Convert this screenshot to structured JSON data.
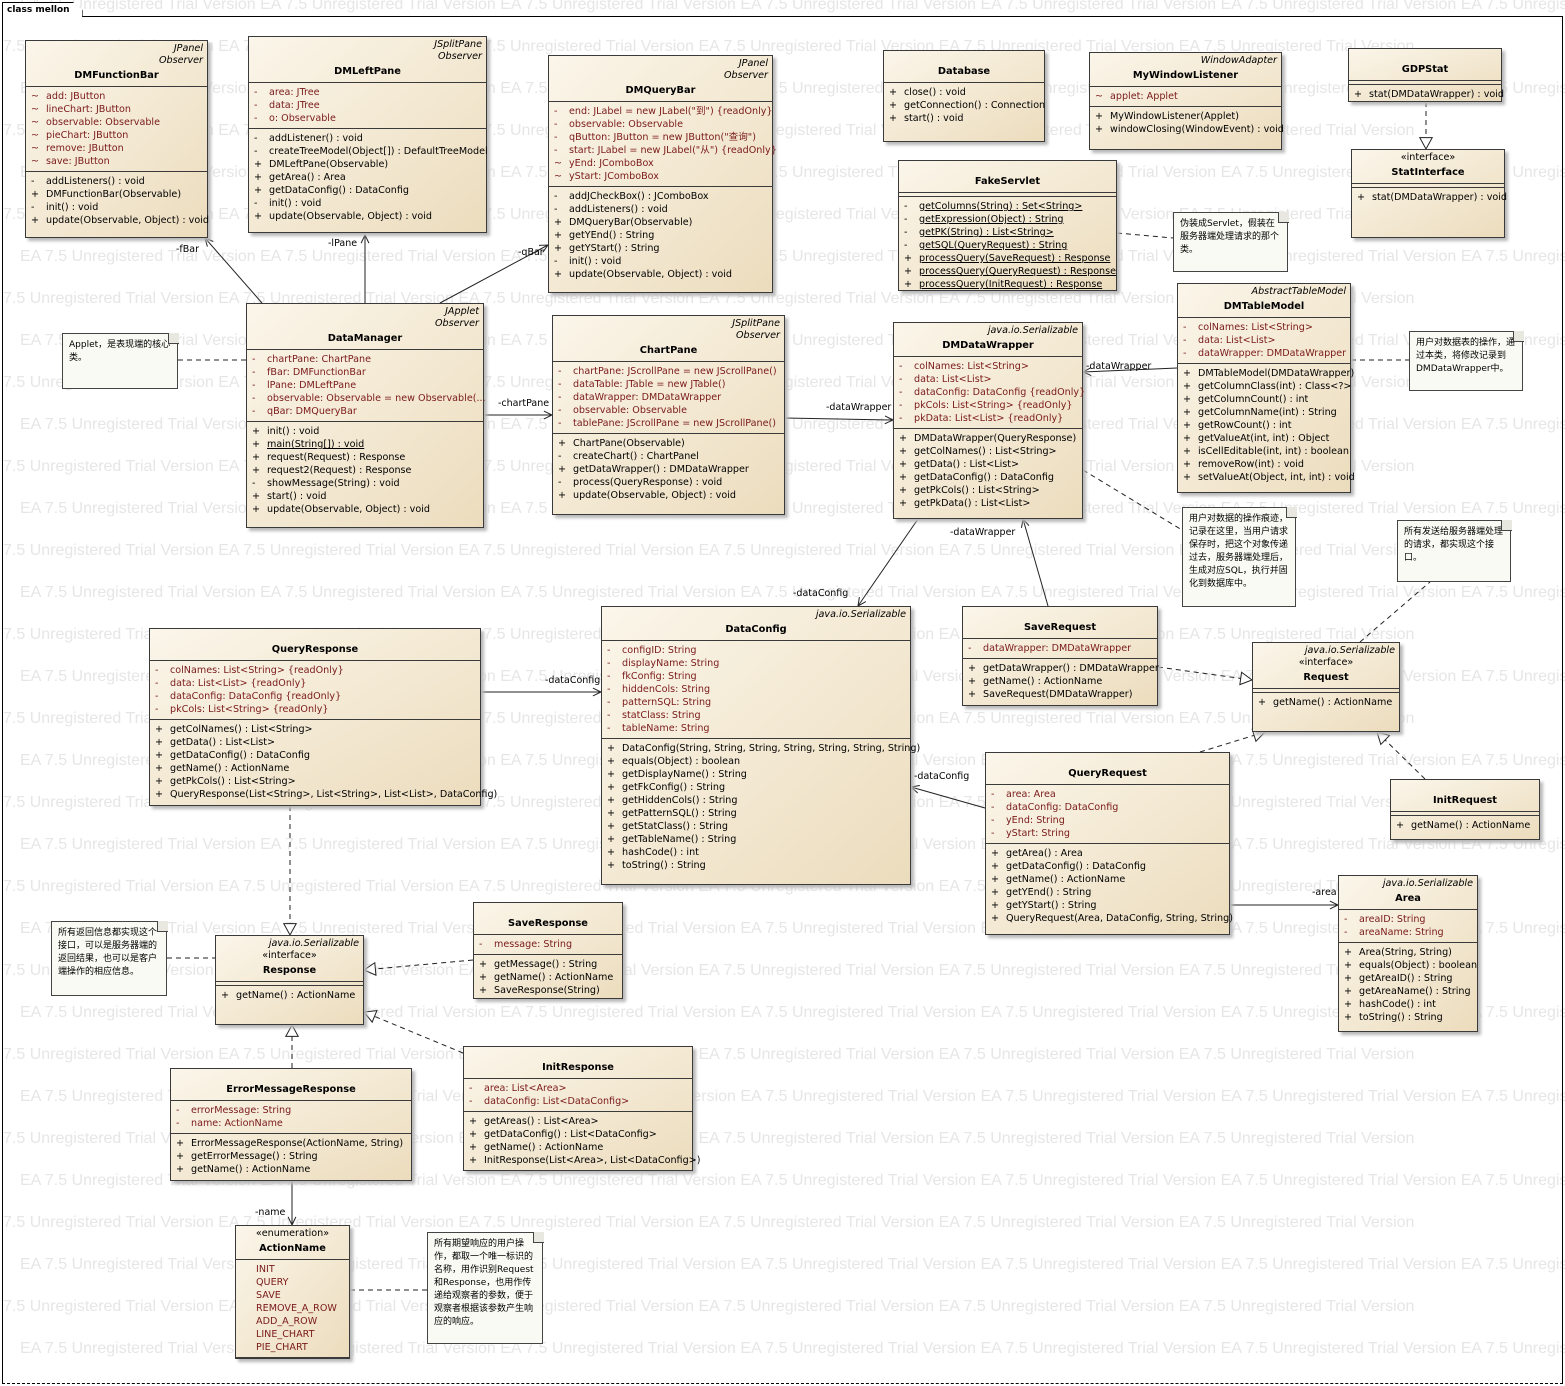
{
  "diagram": {
    "frame_title": "class mellon",
    "watermark": "EA 7.5 Unregistered Trial Version",
    "classes": [
      {
        "id": "DMFunctionBar",
        "stereotypes": [
          "JPanel",
          "Observer"
        ],
        "name": "DMFunctionBar",
        "attributes": [
          [
            "~",
            "add:  JButton"
          ],
          [
            "~",
            "lineChart:  JButton"
          ],
          [
            "~",
            "observable:  Observable"
          ],
          [
            "~",
            "pieChart:  JButton"
          ],
          [
            "~",
            "remove:  JButton"
          ],
          [
            "~",
            "save:  JButton"
          ]
        ],
        "operations": [
          [
            "-",
            "addListeners() : void"
          ],
          [
            "+",
            "DMFunctionBar(Observable)"
          ],
          [
            "-",
            "init() : void"
          ],
          [
            "+",
            "update(Observable, Object) : void"
          ]
        ]
      },
      {
        "id": "DMLeftPane",
        "stereotypes": [
          "JSplitPane",
          "Observer"
        ],
        "name": "DMLeftPane",
        "attributes": [
          [
            "-",
            "area:  JTree"
          ],
          [
            "-",
            "data:  JTree"
          ],
          [
            "-",
            "o:  Observable"
          ]
        ],
        "operations": [
          [
            "-",
            "addListener() : void"
          ],
          [
            "-",
            "createTreeModel(Object[]) : DefaultTreeModel"
          ],
          [
            "+",
            "DMLeftPane(Observable)"
          ],
          [
            "+",
            "getArea() : Area"
          ],
          [
            "+",
            "getDataConfig() : DataConfig"
          ],
          [
            "-",
            "init() : void"
          ],
          [
            "+",
            "update(Observable, Object) : void"
          ]
        ]
      },
      {
        "id": "DMQueryBar",
        "stereotypes": [
          "JPanel",
          "Observer"
        ],
        "name": "DMQueryBar",
        "attributes": [
          [
            "-",
            "end:  JLabel = new JLabel(\"到\") {readOnly}"
          ],
          [
            "-",
            "observable:  Observable"
          ],
          [
            "-",
            "qButton:  JButton = new JButton(\"查询\")"
          ],
          [
            "-",
            "start:  JLabel = new JLabel(\"从\") {readOnly}"
          ],
          [
            "~",
            "yEnd:  JComboBox"
          ],
          [
            "~",
            "yStart:  JComboBox"
          ]
        ],
        "operations": [
          [
            "-",
            "addJCheckBox() : JComboBox"
          ],
          [
            "-",
            "addListeners() : void"
          ],
          [
            "+",
            "DMQueryBar(Observable)"
          ],
          [
            "+",
            "getYEnd() : String"
          ],
          [
            "+",
            "getYStart() : String"
          ],
          [
            "-",
            "init() : void"
          ],
          [
            "+",
            "update(Observable, Object) : void"
          ]
        ]
      },
      {
        "id": "Database",
        "stereotypes": [],
        "name": "Database",
        "attributes": [],
        "operations": [
          [
            "+",
            "close() : void"
          ],
          [
            "+",
            "getConnection() : Connection"
          ],
          [
            "+",
            "start() : void"
          ]
        ]
      },
      {
        "id": "MyWindowListener",
        "stereotypes": [
          "WindowAdapter"
        ],
        "name": "MyWindowListener",
        "attributes": [
          [
            "~",
            "applet:  Applet"
          ]
        ],
        "operations": [
          [
            "+",
            "MyWindowListener(Applet)"
          ],
          [
            "+",
            "windowClosing(WindowEvent) : void"
          ]
        ]
      },
      {
        "id": "GDPStat",
        "stereotypes": [],
        "name": "GDPStat",
        "attributes": null,
        "operations": [
          [
            "+",
            "stat(DMDataWrapper) : void"
          ]
        ]
      },
      {
        "id": "StatInterface",
        "stereotypes_center": [
          "«interface»"
        ],
        "name": "StatInterface",
        "attributes": null,
        "operations": [
          [
            "+",
            "stat(DMDataWrapper) : void"
          ]
        ]
      },
      {
        "id": "FakeServlet",
        "stereotypes": [],
        "name": "FakeServlet",
        "attributes": null,
        "underline_ops": true,
        "operations": [
          [
            "-",
            "getColumns(String) : Set<String>"
          ],
          [
            "-",
            "getExpression(Object) : String"
          ],
          [
            "-",
            "getPK(String) : List<String>"
          ],
          [
            "-",
            "getSQL(QueryRequest) : String"
          ],
          [
            "+",
            "processQuery(SaveRequest) : Response"
          ],
          [
            "+",
            "processQuery(QueryRequest) : Response"
          ],
          [
            "+",
            "processQuery(InitRequest) : Response"
          ]
        ]
      },
      {
        "id": "DMTableModel",
        "stereotypes": [
          "AbstractTableModel"
        ],
        "name": "DMTableModel",
        "attributes": [
          [
            "-",
            "colNames:  List<String>"
          ],
          [
            "-",
            "data:  List<List>"
          ],
          [
            "-",
            "dataWrapper:  DMDataWrapper"
          ]
        ],
        "operations": [
          [
            "+",
            "DMTableModel(DMDataWrapper)"
          ],
          [
            "+",
            "getColumnClass(int) : Class<?>"
          ],
          [
            "+",
            "getColumnCount() : int"
          ],
          [
            "+",
            "getColumnName(int) : String"
          ],
          [
            "+",
            "getRowCount() : int"
          ],
          [
            "+",
            "getValueAt(int, int) : Object"
          ],
          [
            "+",
            "isCellEditable(int, int) : boolean"
          ],
          [
            "+",
            "removeRow(int) : void"
          ],
          [
            "+",
            "setValueAt(Object, int, int) : void"
          ]
        ]
      },
      {
        "id": "DataManager",
        "stereotypes": [
          "JApplet",
          "Observer"
        ],
        "name": "DataManager",
        "attributes": [
          [
            "-",
            "chartPane:  ChartPane"
          ],
          [
            "-",
            "fBar:  DMFunctionBar"
          ],
          [
            "-",
            "lPane:  DMLeftPane"
          ],
          [
            "-",
            "observable:  Observable = new Observable(..."
          ],
          [
            "-",
            "qBar:  DMQueryBar"
          ]
        ],
        "operations": [
          [
            "+",
            "init() : void"
          ],
          [
            "+",
            "main(String[]) : void"
          ],
          [
            "+",
            "request(Request) : Response"
          ],
          [
            "+",
            "request2(Request) : Response"
          ],
          [
            "-",
            "showMessage(String) : void"
          ],
          [
            "+",
            "start() : void"
          ],
          [
            "+",
            "update(Observable, Object) : void"
          ]
        ],
        "underline_op_index": 1
      },
      {
        "id": "ChartPane",
        "stereotypes": [
          "JSplitPane",
          "Observer"
        ],
        "name": "ChartPane",
        "attributes": [
          [
            "-",
            "chartPane:  JScrollPane = new JScrollPane()"
          ],
          [
            "-",
            "dataTable:  JTable = new JTable()"
          ],
          [
            "-",
            "dataWrapper:  DMDataWrapper"
          ],
          [
            "-",
            "observable:  Observable"
          ],
          [
            "-",
            "tablePane:  JScrollPane = new JScrollPane()"
          ]
        ],
        "operations": [
          [
            "+",
            "ChartPane(Observable)"
          ],
          [
            "-",
            "createChart() : ChartPanel"
          ],
          [
            "+",
            "getDataWrapper() : DMDataWrapper"
          ],
          [
            "-",
            "process(QueryResponse) : void"
          ],
          [
            "+",
            "update(Observable, Object) : void"
          ]
        ]
      },
      {
        "id": "DMDataWrapper",
        "stereotypes": [
          "java.io.Serializable"
        ],
        "name": "DMDataWrapper",
        "attributes": [
          [
            "-",
            "colNames:  List<String>"
          ],
          [
            "-",
            "data:  List<List>"
          ],
          [
            "-",
            "dataConfig:  DataConfig {readOnly}"
          ],
          [
            "-",
            "pkCols:  List<String> {readOnly}"
          ],
          [
            "-",
            "pkData:  List<List> {readOnly}"
          ]
        ],
        "operations": [
          [
            "+",
            "DMDataWrapper(QueryResponse)"
          ],
          [
            "+",
            "getColNames() : List<String>"
          ],
          [
            "+",
            "getData() : List<List>"
          ],
          [
            "+",
            "getDataConfig() : DataConfig"
          ],
          [
            "+",
            "getPkCols() : List<String>"
          ],
          [
            "+",
            "getPkData() : List<List>"
          ]
        ]
      },
      {
        "id": "QueryResponse",
        "stereotypes": [],
        "name": "QueryResponse",
        "attributes": [
          [
            "-",
            "colNames:  List<String> {readOnly}"
          ],
          [
            "-",
            "data:  List<List> {readOnly}"
          ],
          [
            "-",
            "dataConfig:  DataConfig {readOnly}"
          ],
          [
            "-",
            "pkCols:  List<String> {readOnly}"
          ]
        ],
        "operations": [
          [
            "+",
            "getColNames() : List<String>"
          ],
          [
            "+",
            "getData() : List<List>"
          ],
          [
            "+",
            "getDataConfig() : DataConfig"
          ],
          [
            "+",
            "getName() : ActionName"
          ],
          [
            "+",
            "getPkCols() : List<String>"
          ],
          [
            "+",
            "QueryResponse(List<String>, List<String>, List<List>, DataConfig)"
          ]
        ]
      },
      {
        "id": "DataConfig",
        "stereotypes": [
          "java.io.Serializable"
        ],
        "name": "DataConfig",
        "attributes": [
          [
            "-",
            "configID:  String"
          ],
          [
            "-",
            "displayName:  String"
          ],
          [
            "-",
            "fkConfig:  String"
          ],
          [
            "-",
            "hiddenCols:  String"
          ],
          [
            "-",
            "patternSQL:  String"
          ],
          [
            "-",
            "statClass:  String"
          ],
          [
            "-",
            "tableName:  String"
          ]
        ],
        "operations": [
          [
            "+",
            "DataConfig(String, String, String, String, String, String, String)"
          ],
          [
            "+",
            "equals(Object) : boolean"
          ],
          [
            "+",
            "getDisplayName() : String"
          ],
          [
            "+",
            "getFkConfig() : String"
          ],
          [
            "+",
            "getHiddenCols() : String"
          ],
          [
            "+",
            "getPatternSQL() : String"
          ],
          [
            "+",
            "getStatClass() : String"
          ],
          [
            "+",
            "getTableName() : String"
          ],
          [
            "+",
            "hashCode() : int"
          ],
          [
            "+",
            "toString() : String"
          ]
        ]
      },
      {
        "id": "SaveRequest",
        "stereotypes": [],
        "name": "SaveRequest",
        "attributes": [
          [
            "-",
            "dataWrapper:  DMDataWrapper"
          ]
        ],
        "operations": [
          [
            "+",
            "getDataWrapper() : DMDataWrapper"
          ],
          [
            "+",
            "getName() : ActionName"
          ],
          [
            "+",
            "SaveRequest(DMDataWrapper)"
          ]
        ]
      },
      {
        "id": "Request",
        "stereotypes": [
          "java.io.Serializable"
        ],
        "stereotypes_center": [
          "«interface»"
        ],
        "name": "Request",
        "attributes": null,
        "operations": [
          [
            "+",
            "getName() : ActionName"
          ]
        ]
      },
      {
        "id": "QueryRequest",
        "stereotypes": [],
        "name": "QueryRequest",
        "attributes": [
          [
            "-",
            "area:  Area"
          ],
          [
            "-",
            "dataConfig:  DataConfig"
          ],
          [
            "-",
            "yEnd:  String"
          ],
          [
            "-",
            "yStart:  String"
          ]
        ],
        "operations": [
          [
            "+",
            "getArea() : Area"
          ],
          [
            "+",
            "getDataConfig() : DataConfig"
          ],
          [
            "+",
            "getName() : ActionName"
          ],
          [
            "+",
            "getYEnd() : String"
          ],
          [
            "+",
            "getYStart() : String"
          ],
          [
            "+",
            "QueryRequest(Area, DataConfig, String, String)"
          ]
        ]
      },
      {
        "id": "InitRequest",
        "stereotypes": [],
        "name": "InitRequest",
        "attributes": null,
        "operations": [
          [
            "+",
            "getName() : ActionName"
          ]
        ]
      },
      {
        "id": "Area",
        "stereotypes": [
          "java.io.Serializable"
        ],
        "name": "Area",
        "attributes": [
          [
            "-",
            "areaID:  String"
          ],
          [
            "-",
            "areaName:  String"
          ]
        ],
        "operations": [
          [
            "+",
            "Area(String, String)"
          ],
          [
            "+",
            "equals(Object) : boolean"
          ],
          [
            "+",
            "getAreaID() : String"
          ],
          [
            "+",
            "getAreaName() : String"
          ],
          [
            "+",
            "hashCode() : int"
          ],
          [
            "+",
            "toString() : String"
          ]
        ]
      },
      {
        "id": "SaveResponse",
        "stereotypes": [],
        "name": "SaveResponse",
        "attributes": [
          [
            "-",
            "message:  String"
          ]
        ],
        "operations": [
          [
            "+",
            "getMessage() : String"
          ],
          [
            "+",
            "getName() : ActionName"
          ],
          [
            "+",
            "SaveResponse(String)"
          ]
        ]
      },
      {
        "id": "Response",
        "stereotypes": [
          "java.io.Serializable"
        ],
        "stereotypes_center": [
          "«interface»"
        ],
        "name": "Response",
        "attributes": null,
        "operations": [
          [
            "+",
            "getName() : ActionName"
          ]
        ]
      },
      {
        "id": "ErrorMessageResponse",
        "stereotypes": [],
        "name": "ErrorMessageResponse",
        "attributes": [
          [
            "-",
            "errorMessage:  String"
          ],
          [
            "-",
            "name:  ActionName"
          ]
        ],
        "operations": [
          [
            "+",
            "ErrorMessageResponse(ActionName, String)"
          ],
          [
            "+",
            "getErrorMessage() : String"
          ],
          [
            "+",
            "getName() : ActionName"
          ]
        ]
      },
      {
        "id": "InitResponse",
        "stereotypes": [],
        "name": "InitResponse",
        "attributes": [
          [
            "-",
            "area:  List<Area>"
          ],
          [
            "-",
            "dataConfig:  List<DataConfig>"
          ]
        ],
        "operations": [
          [
            "+",
            "getAreas() : List<Area>"
          ],
          [
            "+",
            "getDataConfig() : List<DataConfig>"
          ],
          [
            "+",
            "getName() : ActionName"
          ],
          [
            "+",
            "InitResponse(List<Area>, List<DataConfig>)"
          ]
        ]
      },
      {
        "id": "ActionName",
        "stereotypes_center": [
          "«enumeration»"
        ],
        "name": "ActionName",
        "literals": [
          "INIT",
          "QUERY",
          "SAVE",
          "REMOVE_A_ROW",
          "ADD_A_ROW",
          "LINE_CHART",
          "PIE_CHART"
        ],
        "attributes": null,
        "operations": null
      }
    ],
    "notes": [
      {
        "id": "note-applet",
        "text": "Applet，是表现端的核心类。"
      },
      {
        "id": "note-servlet",
        "text": "伪装成Servlet，假装在服务器端处理请求的那个类。"
      },
      {
        "id": "note-tablemodel",
        "text": "用户对数据表的操作，通过本类，将修改记录到DMDataWrapper中。"
      },
      {
        "id": "note-wrapper",
        "text": "用户对数据的操作痕迹，记录在这里，当用户请求保存时，把这个对象传递过去，服务器端处理后，生成对应SQL，执行并固化到数据库中。"
      },
      {
        "id": "note-request",
        "text": "所有发送给服务器端处理的请求，都实现这个接口。"
      },
      {
        "id": "note-response",
        "text": "所有返回信息都实现这个接口，可以是服务器端的返回结果，也可以是客户端操作的相应信息。"
      },
      {
        "id": "note-actionname",
        "text": "所有期望响应的用户操作，都取一个唯一标识的名称，用作识别Request和Response，也用作传递给观察者的参数，便于观察者根据该参数产生响应的响应。"
      }
    ],
    "link_labels": {
      "fBar": "-fBar",
      "lPane": "-lPane",
      "qBar": "-qBar",
      "chartPane": "-chartPane",
      "dataWrapper1": "-dataWrapper",
      "dataWrapper2": "-dataWrapper",
      "dataWrapper3": "-dataWrapper",
      "dataConfig1": "-dataConfig",
      "dataConfig2": "-dataConfig",
      "dataConfig3": "-dataConfig",
      "area": "-area",
      "name": "-name"
    }
  }
}
